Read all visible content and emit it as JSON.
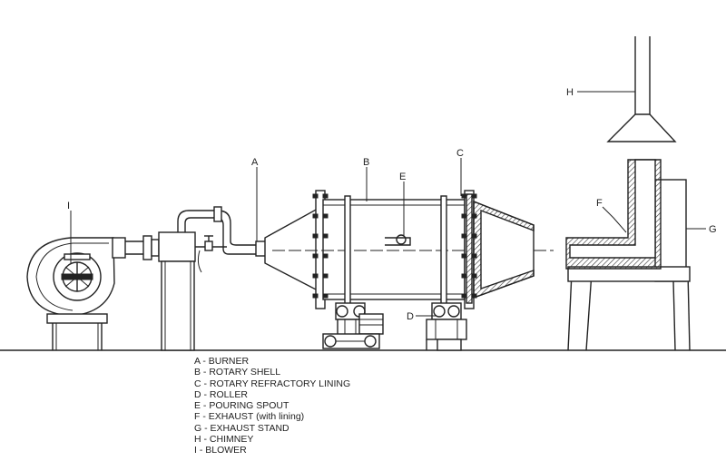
{
  "callouts": {
    "a": "A",
    "b": "B",
    "c": "C",
    "d": "D",
    "e": "E",
    "f": "F",
    "g": "G",
    "h": "H",
    "i": "I"
  },
  "legend": [
    "A - BURNER",
    "B - ROTARY SHELL",
    "C - ROTARY REFRACTORY LINING",
    "D - ROLLER",
    "E - POURING SPOUT",
    "F - EXHAUST (with lining)",
    "G - EXHAUST STAND",
    "H - CHIMNEY",
    "I - BLOWER"
  ]
}
